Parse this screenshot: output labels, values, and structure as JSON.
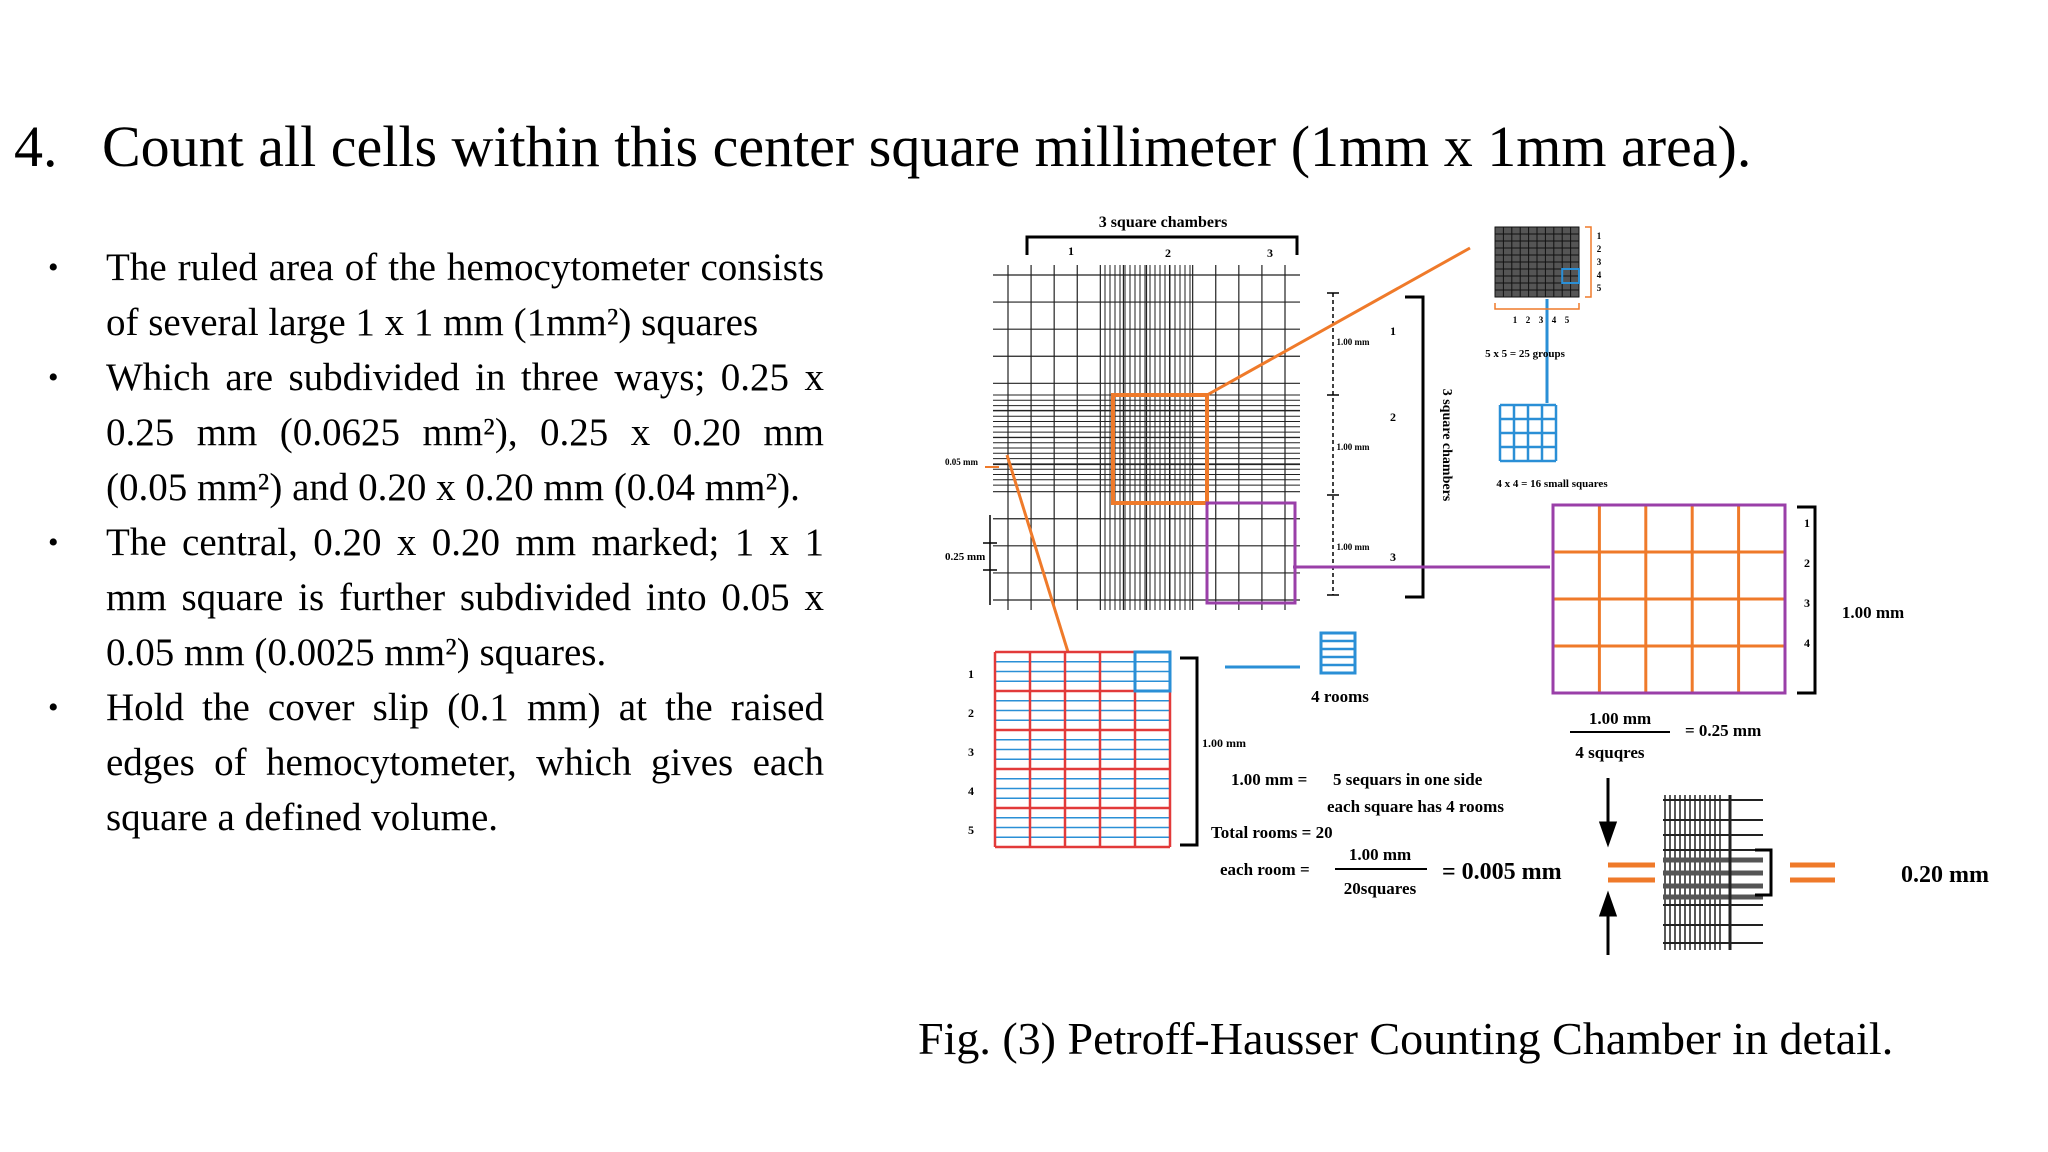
{
  "heading": {
    "number": "4.",
    "text": "Count all cells within this center square millimeter (1mm x 1mm area)."
  },
  "bullets": [
    "The ruled area of the hemocytometer consists of several large 1 x 1 mm (1mm²) squares",
    "Which are subdivided in three ways; 0.25 x 0.25 mm (0.0625 mm²), 0.25 x 0.20 mm (0.05 mm²) and 0.20 x 0.20 mm (0.04 mm²).",
    "The central, 0.20 x 0.20 mm marked; 1 x 1 mm square is further subdivided into 0.05 x 0.05 mm (0.0025 mm²) squares.",
    "Hold the cover slip (0.1 mm) at the raised edges of hemocytometer, which gives each square a defined volume."
  ],
  "bullet_symbol": "•",
  "figure": {
    "top_label": "3 square chambers",
    "top_numbers": [
      "1",
      "2",
      "3"
    ],
    "side_label": "3 square chambers",
    "side_numbers": [
      "1",
      "2",
      "3"
    ],
    "dim_1mm": "1.00 mm",
    "dim_005": "0.05 mm",
    "dim_025": "0.25 mm",
    "groups_label": "5 x 5 = 25 groups",
    "groups_col_numbers": [
      "1",
      "2",
      "3",
      "4",
      "5"
    ],
    "groups_row_numbers": [
      "1",
      "2",
      "3",
      "4",
      "5"
    ],
    "small_squares_label": "4 x 4 = 16 small squares",
    "big_grid_row_numbers": [
      "1",
      "2",
      "3",
      "4"
    ],
    "big_grid_side_label": "1.00 mm",
    "frac_num": "1.00 mm",
    "frac_den": "4 squqres",
    "frac_result": "= 0.25 mm",
    "rooms_label": "4 rooms",
    "red_grid_row_numbers": [
      "1",
      "2",
      "3",
      "4",
      "5"
    ],
    "red_grid_side_label": "1.00 mm",
    "formula1_a": "1.00 mm =",
    "formula1_b": "5 sequars in one side",
    "formula1_c": "each square has 4 rooms",
    "formula2": "Total rooms = 20",
    "formula3_prefix": "each room =",
    "formula3_num": "1.00 mm",
    "formula3_den": "20squares",
    "formula3_result": "= 0.005 mm",
    "result_020": "0.20 mm",
    "colors": {
      "orange": "#ef7a2a",
      "blue": "#2a8fd6",
      "purple": "#9a3fa8",
      "red": "#e23a3a",
      "grid": "#222222"
    }
  },
  "caption": "Fig. (3) Petroff-Hausser Counting Chamber in detail."
}
